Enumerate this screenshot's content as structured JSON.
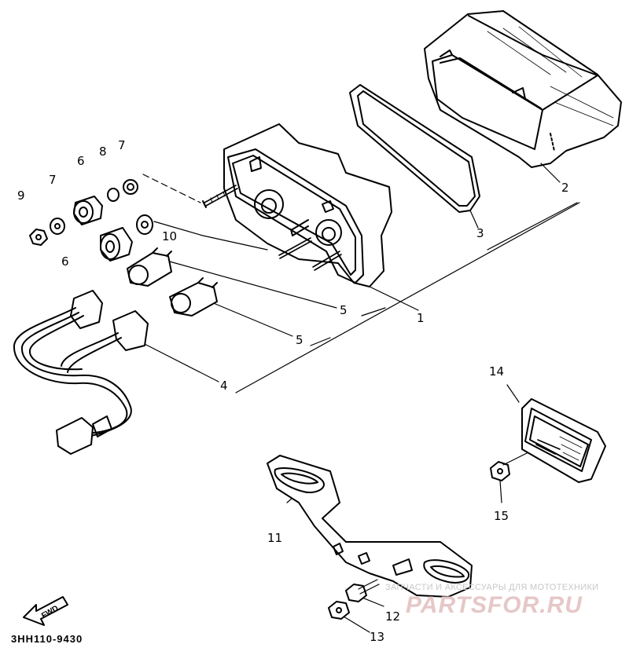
{
  "diagram": {
    "callouts": [
      {
        "id": "part-1",
        "label": "1"
      },
      {
        "id": "part-2",
        "label": "2"
      },
      {
        "id": "part-3",
        "label": "3"
      },
      {
        "id": "part-4",
        "label": "4"
      },
      {
        "id": "part-5a",
        "label": "5"
      },
      {
        "id": "part-5b",
        "label": "5"
      },
      {
        "id": "part-6a",
        "label": "6"
      },
      {
        "id": "part-6b",
        "label": "6"
      },
      {
        "id": "part-7a",
        "label": "7"
      },
      {
        "id": "part-7b",
        "label": "7"
      },
      {
        "id": "part-8",
        "label": "8"
      },
      {
        "id": "part-9",
        "label": "9"
      },
      {
        "id": "part-10",
        "label": "10"
      },
      {
        "id": "part-11",
        "label": "11"
      },
      {
        "id": "part-12",
        "label": "12"
      },
      {
        "id": "part-13",
        "label": "13"
      },
      {
        "id": "part-14",
        "label": "14"
      },
      {
        "id": "part-15",
        "label": "15"
      }
    ],
    "fwd_label": "FWD",
    "reference_code": "3HH110-9430"
  },
  "watermark": {
    "subtitle": "ЗАПЧАСТИ И АКСЕССУАРЫ ДЛЯ МОТОТЕХНИКИ",
    "brand": "PARTSFOR.RU"
  }
}
